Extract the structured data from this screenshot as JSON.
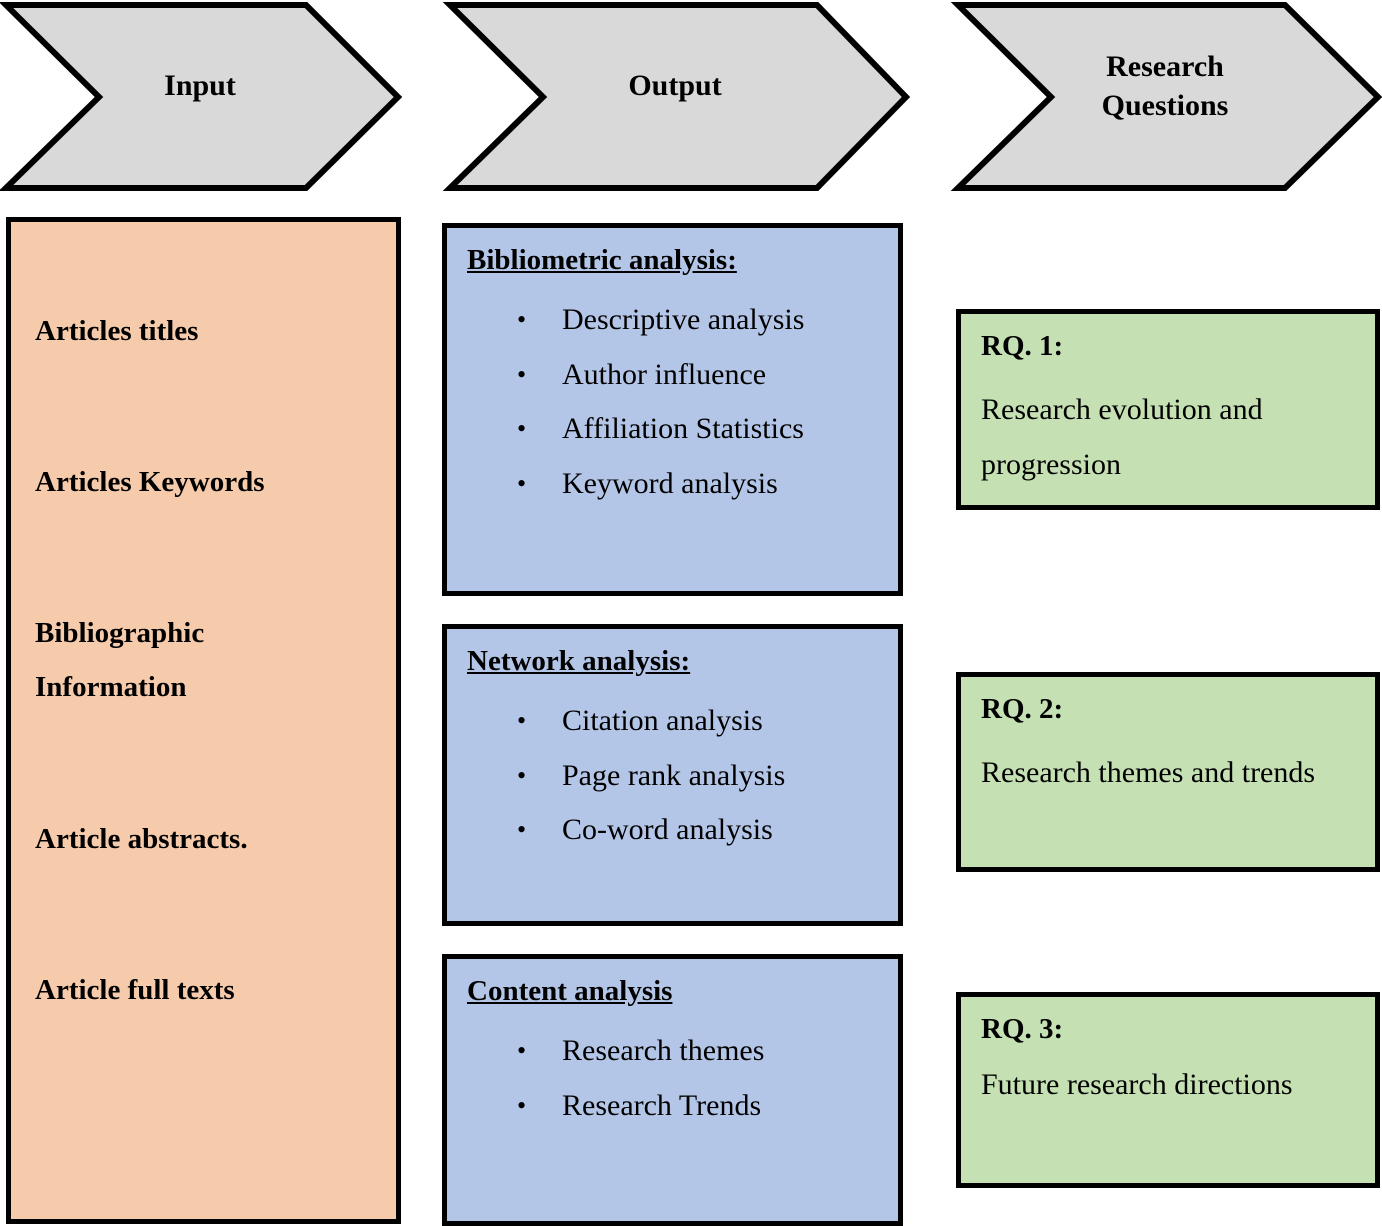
{
  "header": {
    "input_label": "Input",
    "output_label": "Output",
    "rq_label_line1": "Research",
    "rq_label_line2": "Questions"
  },
  "input": {
    "items": [
      "Articles titles",
      "Articles Keywords",
      "Bibliographic",
      "Information",
      "Article abstracts.",
      "Article full texts"
    ]
  },
  "output": {
    "bibliometric": {
      "title": "Bibliometric analysis:",
      "items": [
        "Descriptive analysis",
        "Author influence",
        "Affiliation Statistics",
        "Keyword analysis"
      ]
    },
    "network": {
      "title": "Network analysis:",
      "items": [
        "Citation analysis",
        "Page rank analysis",
        "Co-word analysis"
      ]
    },
    "content": {
      "title": "Content analysis",
      "items": [
        "Research themes",
        "Research Trends"
      ]
    }
  },
  "research_questions": [
    {
      "title": "RQ. 1:",
      "text": "Research evolution and progression"
    },
    {
      "title": "RQ. 2:",
      "text": "Research themes and trends"
    },
    {
      "title": "RQ. 3:",
      "text": "Future research directions"
    }
  ],
  "bullet_char": "•",
  "colors": {
    "chevron_fill": "#d9d9d9",
    "input_fill": "#f6cbab",
    "output_fill": "#b4c6e7",
    "rq_fill": "#c5e0b3",
    "border": "#000000"
  }
}
